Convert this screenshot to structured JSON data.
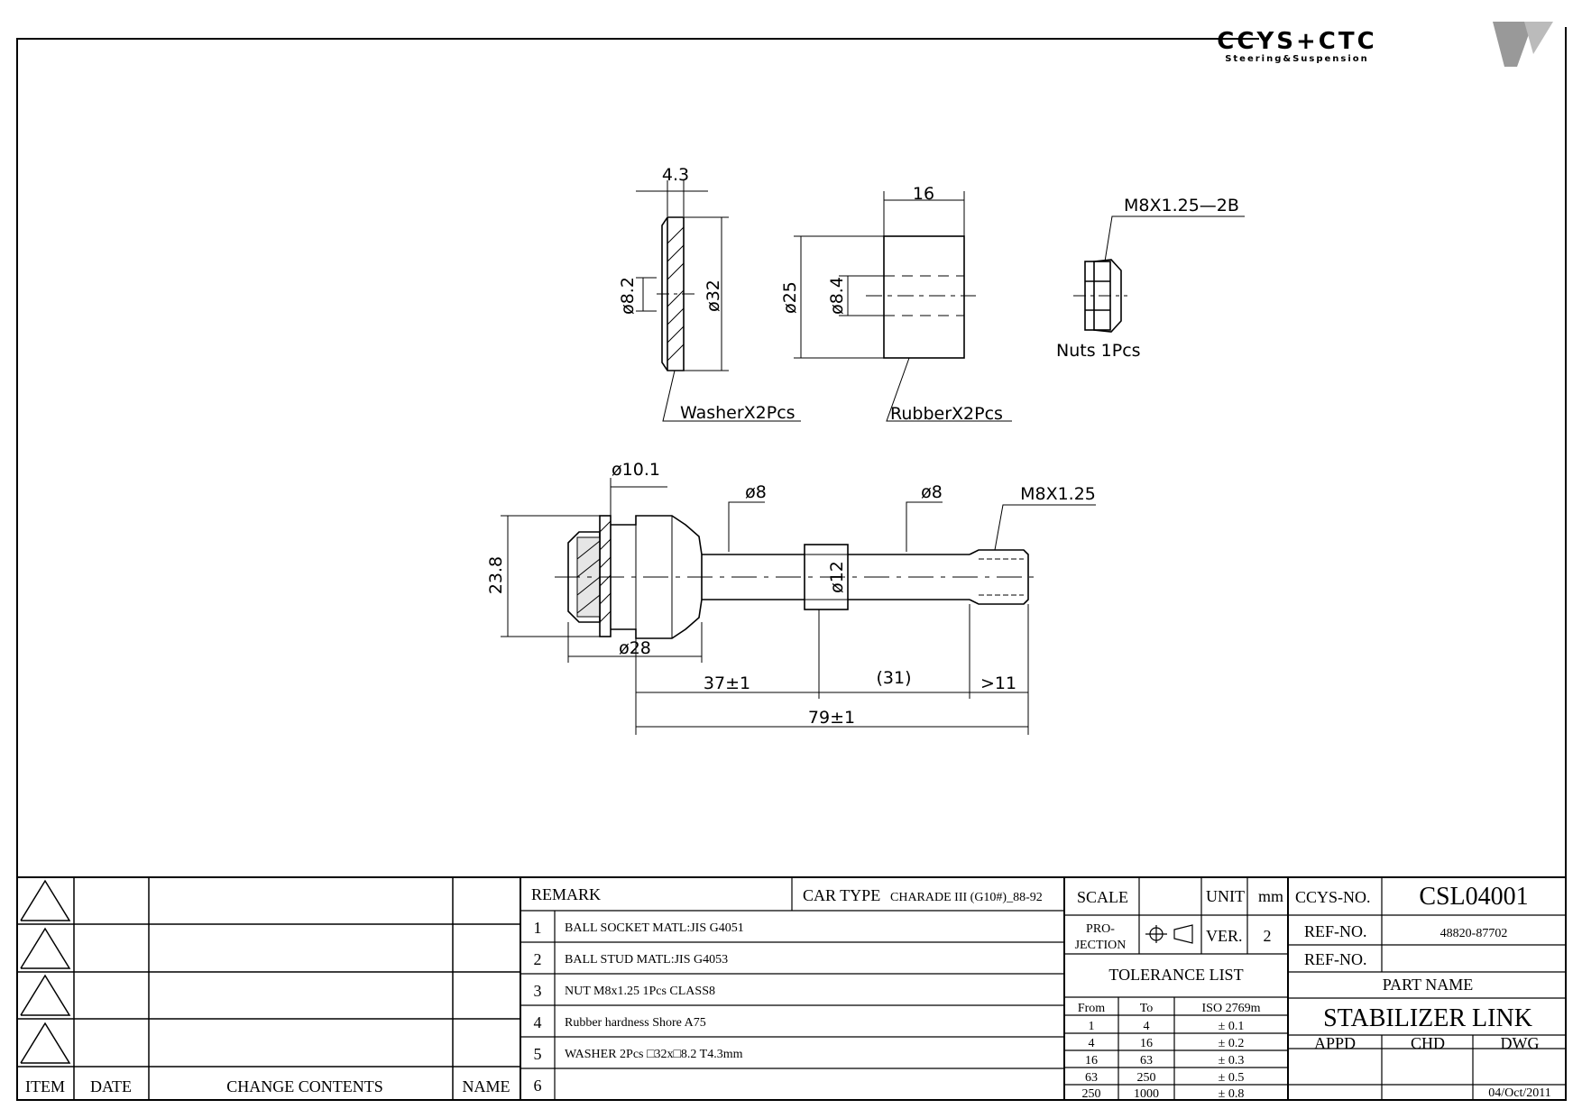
{
  "logo": {
    "brand": "CCYS+CTC",
    "tagline": "Steering&Suspension"
  },
  "dimensions": {
    "washer_thickness": "4.3",
    "washer_inner": "ø8.2",
    "washer_outer": "ø32",
    "rubber_length": "16",
    "rubber_outer": "ø25",
    "rubber_inner": "ø8.4",
    "nut_thread": "M8X1.25—2B",
    "socket_dia": "ø10.1",
    "stud_dia_a": "ø8",
    "stud_dia_b": "ø8",
    "stud_thread": "M8X1.25",
    "socket_height": "23.8",
    "collar_dia": "ø12",
    "base_dia": "ø28",
    "len_a": "37±1",
    "len_b": "(31)",
    "len_c": ">11",
    "len_total": "79±1"
  },
  "callouts": {
    "washer": "WasherX2Pcs",
    "rubber": "RubberX2Pcs",
    "nut": "Nuts 1Pcs"
  },
  "revision_table": {
    "headers": {
      "item": "ITEM",
      "date": "DATE",
      "contents": "CHANGE CONTENTS",
      "name": "NAME"
    }
  },
  "remarks": {
    "header": "REMARK",
    "car_type_label": "CAR TYPE",
    "car_type": "CHARADE III (G10#)_88-92",
    "items": [
      {
        "no": "1",
        "text": "BALL SOCKET MATL:JIS G4051"
      },
      {
        "no": "2",
        "text": "BALL STUD MATL:JIS G4053"
      },
      {
        "no": "3",
        "text": "NUT M8x1.25 1Pcs CLASS8"
      },
      {
        "no": "4",
        "text": "Rubber hardness Shore A75"
      },
      {
        "no": "5",
        "text": "WASHER 2Pcs □32x□8.2 T4.3mm"
      },
      {
        "no": "6",
        "text": ""
      }
    ]
  },
  "scale_block": {
    "scale": "SCALE",
    "unit_label": "UNIT",
    "unit": "mm",
    "projection": [
      "PRO-",
      "JECTION"
    ],
    "ver_label": "VER.",
    "ver": "2",
    "tolerance_title": "TOLERANCE LIST",
    "tol_headers": [
      "From",
      "To",
      "ISO 2769m"
    ],
    "tolerances": [
      {
        "from": "1",
        "to": "4",
        "tol": "± 0.1"
      },
      {
        "from": "4",
        "to": "16",
        "tol": "± 0.2"
      },
      {
        "from": "16",
        "to": "63",
        "tol": "± 0.3"
      },
      {
        "from": "63",
        "to": "250",
        "tol": "± 0.5"
      },
      {
        "from": "250",
        "to": "1000",
        "tol": "± 0.8"
      }
    ]
  },
  "title_block": {
    "ccys_label": "CCYS-NO.",
    "ccys_no": "CSL04001",
    "ref_label": "REF-NO.",
    "ref_no": "48820-87702",
    "ref_label_2": "REF-NO.",
    "ref_no_2": "",
    "part_name_label": "PART NAME",
    "part_name": "STABILIZER LINK",
    "appd": "APPD",
    "chd": "CHD",
    "dwg": "DWG",
    "date": "04/Oct/2011"
  }
}
